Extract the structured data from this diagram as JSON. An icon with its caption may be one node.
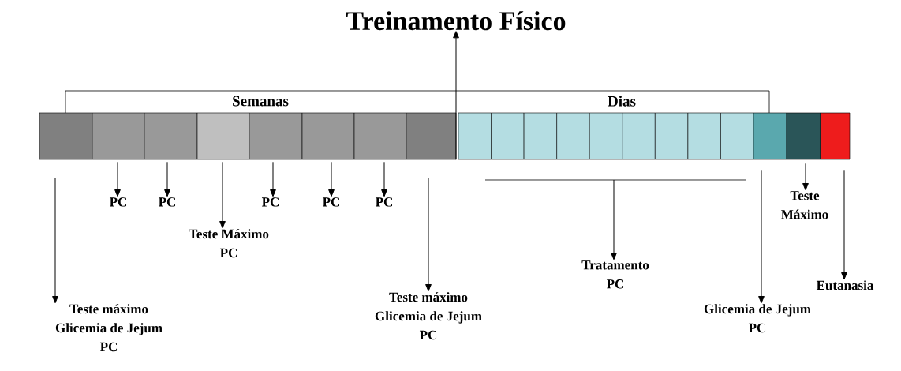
{
  "diagram": {
    "nodes": [
      {
        "text": [
          "Treinamento Físico"
        ]
      },
      {
        "text": [],
        "shape": "box"
      },
      {
        "text": [],
        "shape": "box"
      },
      {
        "text": [],
        "shape": "box"
      },
      {
        "text": [],
        "shape": "box"
      },
      {
        "text": [],
        "shape": "box"
      },
      {
        "text": [],
        "shape": "box"
      },
      {
        "text": [],
        "shape": "box"
      },
      {
        "text": [],
        "shape": "box"
      },
      {
        "text": [],
        "shape": "box"
      },
      {
        "text": [],
        "shape": "box"
      },
      {
        "text": [],
        "shape": "box"
      },
      {
        "text": [],
        "shape": "box"
      },
      {
        "text": [],
        "shape": "box"
      },
      {
        "text": [],
        "shape": "box"
      },
      {
        "text": [],
        "shape": "box"
      },
      {
        "text": [],
        "shape": "box"
      },
      {
        "text": [],
        "shape": "box"
      },
      {
        "text": [],
        "shape": "box"
      },
      {
        "text": [],
        "shape": "box"
      },
      {
        "text": [],
        "shape": "box"
      },
      {
        "text": [
          "Teste máximo",
          "Glicemia de Jejum",
          "PC"
        ]
      },
      {
        "text": [
          "PC"
        ]
      },
      {
        "text": [
          "PC"
        ]
      },
      {
        "text": [
          "Teste Máximo",
          "PC"
        ]
      },
      {
        "text": [
          "PC"
        ]
      },
      {
        "text": [
          "PC"
        ]
      },
      {
        "text": [
          "PC"
        ]
      },
      {
        "text": [
          "Teste máximo",
          "Glicemia de Jejum",
          "PC"
        ]
      },
      {
        "text": [
          "Tratamento",
          "PC"
        ]
      },
      {
        "text": [
          "Teste",
          "Máximo"
        ]
      },
      {
        "text": [
          "Eutanasia"
        ]
      },
      {
        "text": [
          "Glicemia de Jejum",
          "PC"
        ]
      }
    ],
    "edges": [
      {
        "from": 8,
        "to": 0,
        "arrow": "to"
      },
      {
        "from": 1,
        "to": 21,
        "arrow": "to"
      },
      {
        "from": 2,
        "to": 22,
        "arrow": "to"
      },
      {
        "from": 3,
        "to": 23,
        "arrow": "to"
      },
      {
        "from": 4,
        "to": 24,
        "arrow": "to"
      },
      {
        "from": 5,
        "to": 25,
        "arrow": "to"
      },
      {
        "from": 6,
        "to": 26,
        "arrow": "to"
      },
      {
        "from": 7,
        "to": 27,
        "arrow": "to"
      },
      {
        "from": 8,
        "to": 28,
        "arrow": "to"
      },
      {
        "from": null,
        "to": 29,
        "arrow": "to"
      },
      {
        "from": 18,
        "to": 32,
        "arrow": "to"
      },
      {
        "from": 19,
        "to": 30,
        "arrow": "to"
      },
      {
        "from": 20,
        "to": 31,
        "arrow": "to"
      }
    ],
    "labels": [
      "Semanas",
      "Dias"
    ]
  }
}
